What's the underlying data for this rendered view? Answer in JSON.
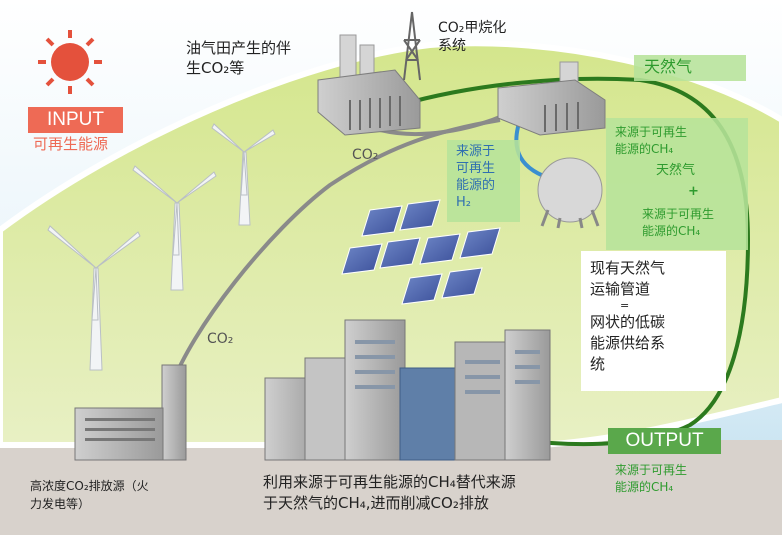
{
  "colors": {
    "input_badge": "#ee6a55",
    "output_badge": "#5aa84b",
    "gas_pipe": "#2c7a1e",
    "co2_line": "#808080",
    "h2_line": "#3a8fd0",
    "label_green": "#2e9b2e",
    "label_blue": "#2f6fb0",
    "hill": "#c8de7a"
  },
  "icons": [
    "sun-icon",
    "wind-turbine-icon",
    "solar-panel-icon",
    "factory-icon",
    "methanation-plant-icon",
    "gas-tank-icon",
    "city-buildings-icon",
    "power-plant-icon",
    "transmission-tower-icon"
  ],
  "labels": {
    "oil_field": [
      "油气田产生的伴",
      "生CO₂等"
    ],
    "methanation": [
      "CO₂甲烷化",
      "系统"
    ],
    "natural_gas_top": "天然气",
    "input_badge": "INPUT",
    "input_sub": "可再生能源",
    "co2_upper": "CO₂",
    "co2_lower": "CO₂",
    "h2_source": [
      "来源于",
      "可再生",
      "能源的",
      "H₂"
    ],
    "ch4_top": [
      "来源于可再生",
      "能源的CH₄"
    ],
    "mix_gas": "天然气",
    "mix_plus": "+",
    "mix_ch4": [
      "来源于可再生",
      "能源的CH₄"
    ],
    "pipeline": [
      "现有天然气",
      "运输管道",
      "=",
      "网状的低碳",
      "能源供给系",
      "统"
    ],
    "output_badge": "OUTPUT",
    "output_sub": [
      "来源于可再生",
      "能源的CH₄"
    ],
    "high_co2": [
      "高浓度CO₂排放源（火",
      "力发电等）"
    ],
    "bottom_caption": [
      "利用来源于可再生能源的CH₄替代来源",
      "于天然气的CH₄,进而削减CO₂排放"
    ]
  }
}
